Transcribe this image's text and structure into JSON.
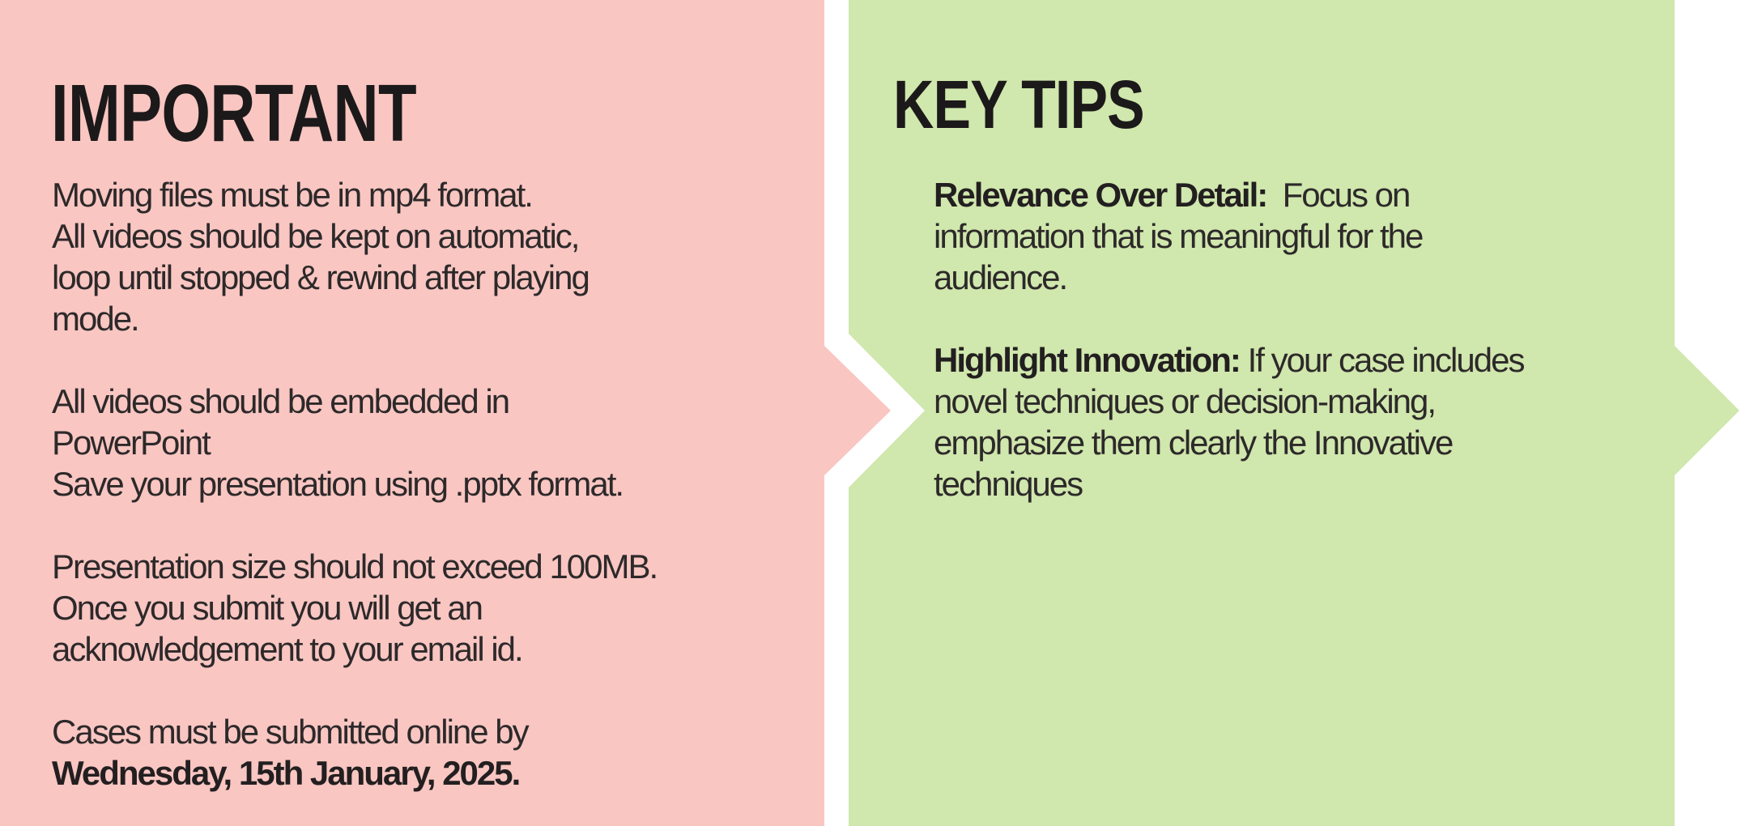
{
  "page_bg": "#ffffff",
  "text_colors": {
    "heading": "#1c191a",
    "body": "#2d292a"
  },
  "left_panel": {
    "title": "IMPORTANT",
    "bg_color": "#f9c6c2",
    "lines": [
      {
        "t": "Moving files must be in mp4 format."
      },
      {
        "t": "All videos should be kept on automatic,"
      },
      {
        "t": "loop until stopped & rewind after playing"
      },
      {
        "t": "mode."
      },
      {
        "t": ""
      },
      {
        "t": "All videos should be embedded in"
      },
      {
        "t": "PowerPoint"
      },
      {
        "t": "Save your presentation using .pptx format."
      },
      {
        "t": ""
      },
      {
        "t": "Presentation size should not exceed 100MB."
      },
      {
        "t": "Once you submit you will get an"
      },
      {
        "t": "acknowledgement to your email id."
      },
      {
        "t": ""
      },
      {
        "t": "Cases must be submitted online by"
      },
      {
        "b": "Wednesday, 15th January, 2025."
      }
    ]
  },
  "right_panel": {
    "title": "KEY TIPS",
    "bg_color": "#d0e7ad",
    "lines": [
      {
        "b": "Relevance Over Detail:",
        "t": "  Focus on"
      },
      {
        "t": "information that is meaningful for the"
      },
      {
        "t": "audience."
      },
      {
        "t": ""
      },
      {
        "b": "Highlight Innovation:",
        "t": " If your case includes"
      },
      {
        "t": "novel techniques or decision-making,"
      },
      {
        "t": "emphasize them clearly the Innovative"
      },
      {
        "t": "techniques"
      }
    ]
  }
}
